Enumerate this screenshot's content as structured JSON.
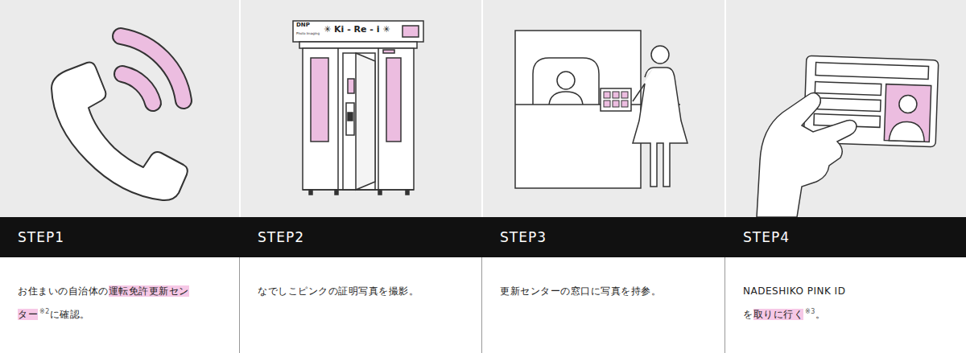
{
  "diagram": {
    "nodes": [
      {
        "text": [
          "STEP1",
          "お住まいの自治体の",
          "運転免許更新センター",
          "※2",
          "に確認。"
        ]
      },
      {
        "text": [
          "STEP2",
          "なでしこピンクの証明写真を撮影。"
        ]
      },
      {
        "text": [
          "STEP3",
          "更新センターの窓口に写真を持参。"
        ]
      },
      {
        "text": [
          "STEP4",
          "NADESHIKO PINK ID",
          "を",
          "取りに行く",
          "※3",
          "。"
        ]
      }
    ],
    "labels": [
      "DNP",
      "Photo Imaging",
      "✳ Ki - Re - i ✳"
    ]
  }
}
